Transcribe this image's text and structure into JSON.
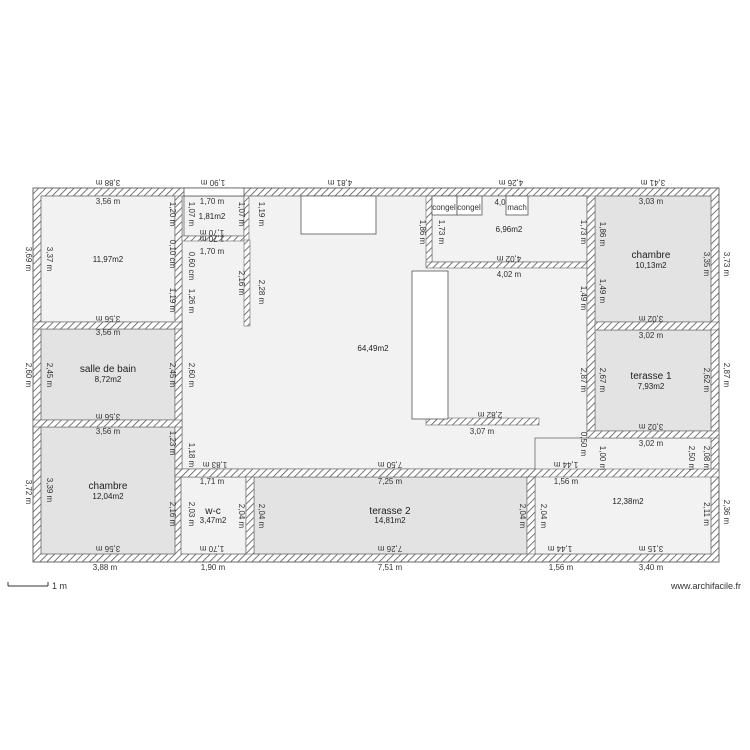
{
  "credit": "www.archifacile.fr",
  "scale_label": "1 m",
  "colors": {
    "wall": "#6a6a6a",
    "room_grey": "#e3e3e3",
    "room_light": "#f2f2f2",
    "hatch": "#555555"
  },
  "rooms": [
    {
      "id": "room-topleft",
      "area": "11,97m2"
    },
    {
      "id": "room-closet",
      "area": "1,81m2"
    },
    {
      "id": "salle-de-bain",
      "name": "salle de bain",
      "area": "8,72m2"
    },
    {
      "id": "chambre-left",
      "name": "chambre",
      "area": "12,04m2"
    },
    {
      "id": "wc",
      "name": "w-c",
      "area": "3,47m2"
    },
    {
      "id": "terasse-2",
      "name": "terasse 2",
      "area": "14,81m2"
    },
    {
      "id": "main-hall",
      "area": "64,49m2"
    },
    {
      "id": "kitchen",
      "area": "6,96m2"
    },
    {
      "id": "chambre-right",
      "name": "chambre",
      "area": "10,13m2"
    },
    {
      "id": "terasse-1",
      "name": "terasse 1",
      "area": "7,93m2"
    },
    {
      "id": "room-bottomright",
      "area": "12,38m2"
    }
  ],
  "fixtures": [
    "congel",
    "congel",
    "mach",
    "4,0"
  ],
  "dimensions": {
    "outer_top": [
      "3,88 m",
      "1,90 m",
      "4,81 m",
      "4,26 m",
      "3,41 m"
    ],
    "outer_bottom": [
      "3,88 m",
      "1,90 m",
      "7,51 m",
      "1,56 m",
      "3,40 m"
    ],
    "outer_left": [
      "3,69 m",
      "2,60 m",
      "3,72 m"
    ],
    "outer_right": [
      "3,73 m",
      "2,87 m",
      "2,36 m"
    ],
    "inner": [
      "3,56 m",
      "3,56 m",
      "3,56 m",
      "3,56 m",
      "3,56 m",
      "3,56 m",
      "1,70 m",
      "1,70 m",
      "1,70 m",
      "1,71 m",
      "1,70 m",
      "1,20 m",
      "1,07 m",
      "1,07 m",
      "1,19 m",
      "0,10 cm",
      "0,60 cm",
      "1,19 m",
      "1,26 m",
      "1,70 m",
      "2,16 m",
      "2,28 m",
      "3,37 m",
      "2,45 m",
      "2,45 m",
      "2,60 m",
      "3,39 m",
      "1,23 m",
      "1,18 m",
      "1,83 m",
      "7,50 m",
      "1,44 m",
      "2,03 m",
      "2,16 m",
      "2,04 m",
      "2,04 m",
      "2,04 m",
      "2,04 m",
      "7,25 m",
      "7,26 m",
      "1,73 m",
      "1,73 m",
      "1,86 m",
      "4,02 m",
      "4,02 m",
      "1,49 m",
      "2,87 m",
      "2,82 m",
      "3,07 m",
      "0,50 m",
      "1,00 m",
      "1,86 m",
      "1,49 m",
      "3,35 m",
      "3,03 m",
      "3,02 m",
      "3,02 m",
      "2,67 m",
      "2,62 m",
      "3,02 m",
      "3,02 m",
      "1,56 m",
      "1,44 m",
      "3,15 m",
      "2,11 m",
      "2,50 m",
      "2,08 m"
    ]
  }
}
